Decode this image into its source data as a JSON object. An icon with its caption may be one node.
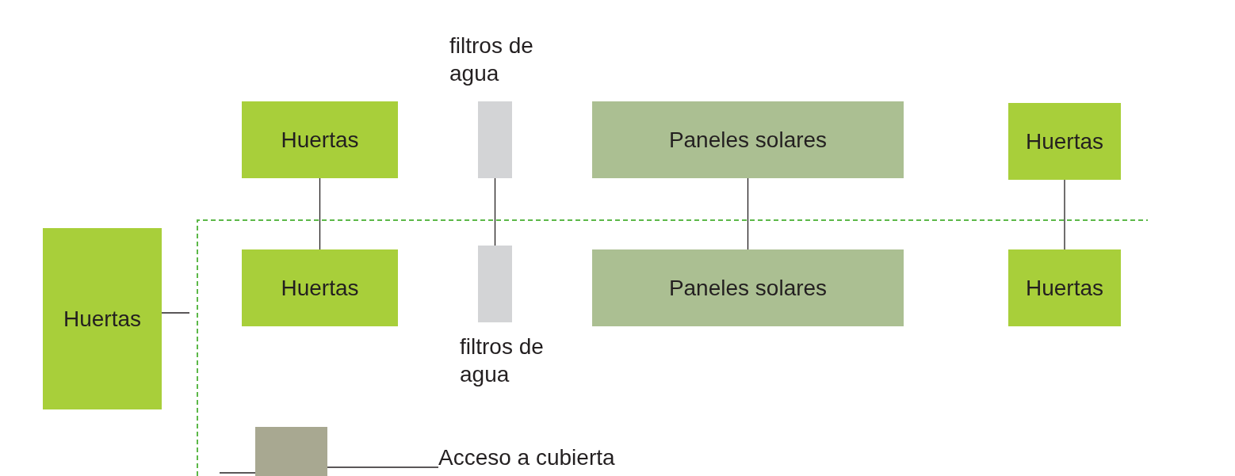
{
  "diagram": {
    "nodes": [
      {
        "text": [
          "Huertas"
        ]
      },
      {
        "text": [
          "filtros de agua"
        ]
      },
      {
        "text": [
          "Paneles solares"
        ]
      },
      {
        "text": [
          "Huertas"
        ]
      },
      {
        "text": [
          "Huertas"
        ]
      },
      {
        "text": [
          "Huertas"
        ]
      },
      {
        "text": [
          "filtros de agua"
        ]
      },
      {
        "text": [
          "Paneles solares"
        ]
      },
      {
        "text": [
          "Huertas"
        ]
      },
      {
        "text": [],
        "shape": "box"
      },
      {
        "text": [
          "Acceso a cubierta"
        ]
      }
    ],
    "edges": [
      {
        "from": 0,
        "to": 5,
        "arrow": "none"
      },
      {
        "from": 1,
        "to": 6,
        "arrow": "none"
      },
      {
        "from": 2,
        "to": 7,
        "arrow": "none"
      },
      {
        "from": 3,
        "to": 8,
        "arrow": "none"
      },
      {
        "from": 4,
        "to": null,
        "arrow": "none"
      },
      {
        "from": 9,
        "to": null,
        "arrow": "none"
      },
      {
        "from": 10,
        "to": 9,
        "arrow": "none"
      }
    ]
  }
}
